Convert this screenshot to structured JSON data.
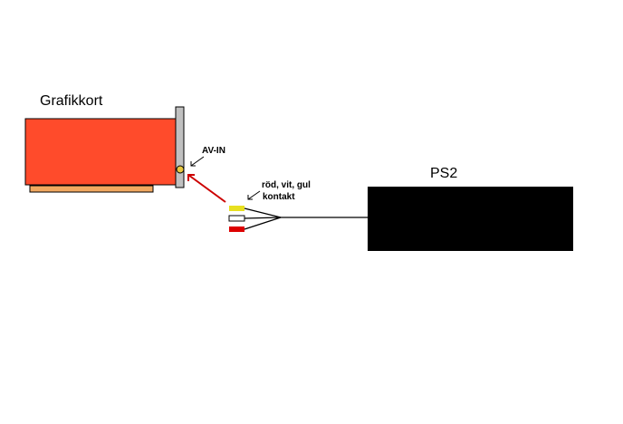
{
  "labels": {
    "card": "Grafikkort",
    "port": "AV-IN",
    "connector_line1": "röd, vit, gul",
    "connector_line2": "kontakt",
    "console": "PS2"
  },
  "colors": {
    "background": "#ffffff",
    "card_body": "#ff4b2b",
    "card_edge": "#f0a860",
    "bracket": "#c0c0c0",
    "port_jack": "#e8c840",
    "red_arrow": "#cc0000",
    "plug_yellow": "#e8e020",
    "plug_white": "#ffffff",
    "plug_red": "#dd0000",
    "cable": "#000000",
    "console_body": "#000000"
  }
}
